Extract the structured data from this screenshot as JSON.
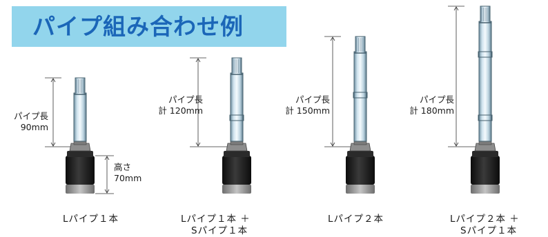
{
  "title": "パイプ組み合わせ例",
  "figures": [
    {
      "caption_line1": "Lパイプ１本",
      "caption_line2": "",
      "length_label_line1": "パイプ長",
      "length_label_line2": "90mm",
      "height_label_line1": "高さ",
      "height_label_line2": "70mm"
    },
    {
      "caption_line1": "Lパイプ１本 ＋",
      "caption_line2": "Sパイプ１本",
      "length_label_line1": "パイプ長",
      "length_label_line2": "計 120mm"
    },
    {
      "caption_line1": "Lパイプ２本",
      "caption_line2": "",
      "length_label_line1": "パイプ長",
      "length_label_line2": "計 150mm"
    },
    {
      "caption_line1": "Lパイプ２本 ＋",
      "caption_line2": "Sパイプ１本",
      "length_label_line1": "パイプ長",
      "length_label_line2": "計 180mm"
    }
  ],
  "colors": {
    "title_band": "#92d5ec",
    "title_text": "#1b66b8",
    "pipe_light": "#e9f3f8",
    "pipe_dark": "#6f8fa0",
    "base_body": "#1f1f1f",
    "base_bottom": "#9a9a9a"
  }
}
